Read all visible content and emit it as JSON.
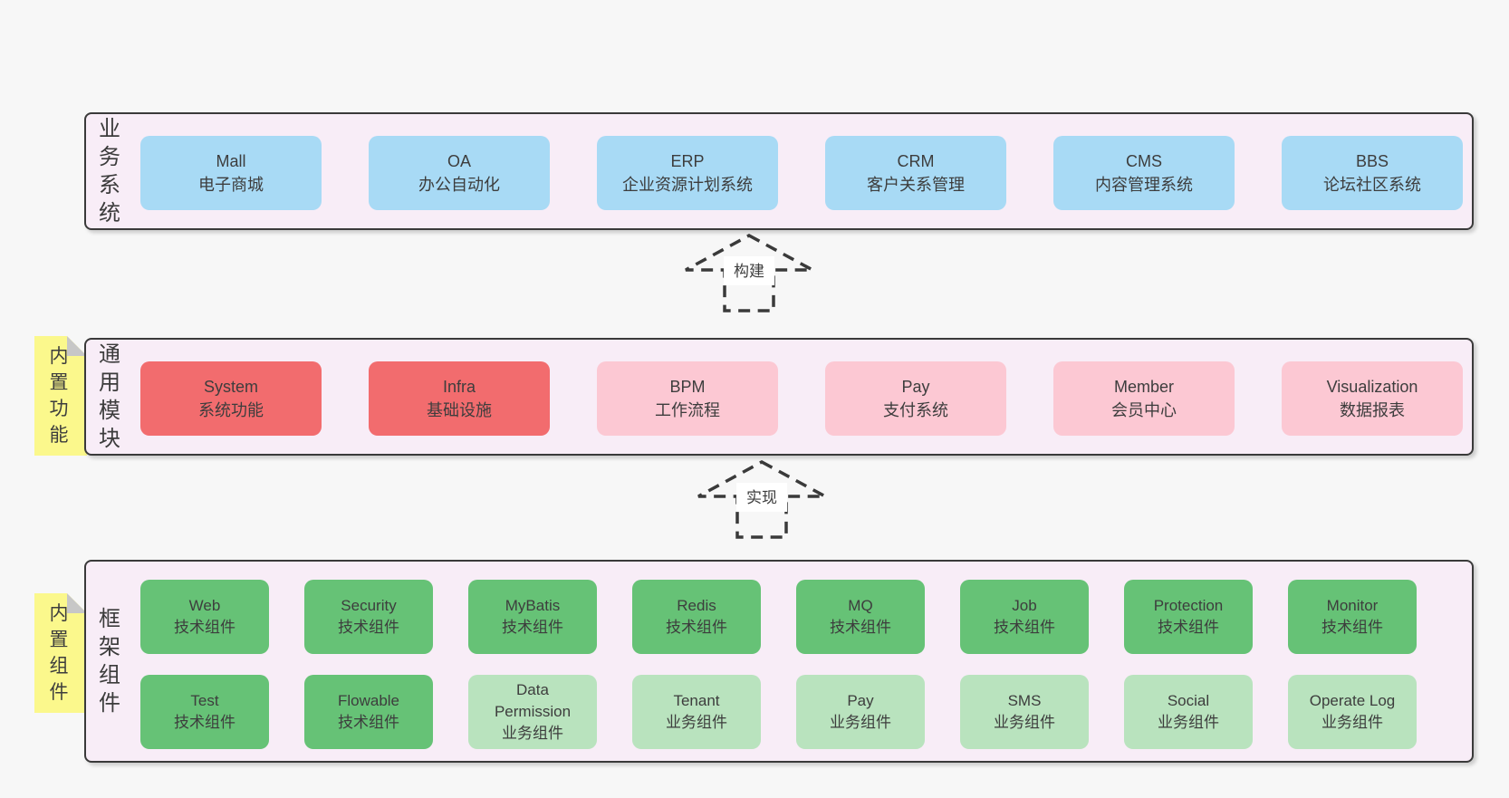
{
  "colors": {
    "background": "#f7f7f7",
    "panel_bg": "#f8edf7",
    "panel_border": "#3a3a3a",
    "blue_box": "#a8daf5",
    "red_box": "#f26c6e",
    "pink_box": "#fcc8d3",
    "green_box": "#66c276",
    "light_green_box": "#b9e3be",
    "note_yellow": "#fbf88c",
    "note_fold_gray": "#c7c7c7",
    "text": "#3d3d3d"
  },
  "arrows": [
    {
      "label": "构建"
    },
    {
      "label": "实现"
    }
  ],
  "panels": [
    {
      "label": "业务系统",
      "boxes": [
        {
          "en": "Mall",
          "zh": "电子商城"
        },
        {
          "en": "OA",
          "zh": "办公自动化"
        },
        {
          "en": "ERP",
          "zh": "企业资源计划系统"
        },
        {
          "en": "CRM",
          "zh": "客户关系管理"
        },
        {
          "en": "CMS",
          "zh": "内容管理系统"
        },
        {
          "en": "BBS",
          "zh": "论坛社区系统"
        }
      ]
    },
    {
      "label": "通用模块",
      "note": "内置功能",
      "boxes": [
        {
          "en": "System",
          "zh": "系统功能"
        },
        {
          "en": "Infra",
          "zh": "基础设施"
        },
        {
          "en": "BPM",
          "zh": "工作流程"
        },
        {
          "en": "Pay",
          "zh": "支付系统"
        },
        {
          "en": "Member",
          "zh": "会员中心"
        },
        {
          "en": "Visualization",
          "zh": "数据报表"
        }
      ]
    },
    {
      "label": "框架组件",
      "note": "内置组件",
      "rows": [
        [
          {
            "en": "Web",
            "zh": "技术组件"
          },
          {
            "en": "Security",
            "zh": "技术组件"
          },
          {
            "en": "MyBatis",
            "zh": "技术组件"
          },
          {
            "en": "Redis",
            "zh": "技术组件"
          },
          {
            "en": "MQ",
            "zh": "技术组件"
          },
          {
            "en": "Job",
            "zh": "技术组件"
          },
          {
            "en": "Protection",
            "zh": "技术组件"
          },
          {
            "en": "Monitor",
            "zh": "技术组件"
          }
        ],
        [
          {
            "en": "Test",
            "zh": "技术组件"
          },
          {
            "en": "Flowable",
            "zh": "技术组件"
          },
          {
            "en": "Data Permission",
            "zh": "业务组件"
          },
          {
            "en": "Tenant",
            "zh": "业务组件"
          },
          {
            "en": "Pay",
            "zh": "业务组件"
          },
          {
            "en": "SMS",
            "zh": "业务组件"
          },
          {
            "en": "Social",
            "zh": "业务组件"
          },
          {
            "en": "Operate Log",
            "zh": "业务组件"
          }
        ]
      ]
    }
  ]
}
